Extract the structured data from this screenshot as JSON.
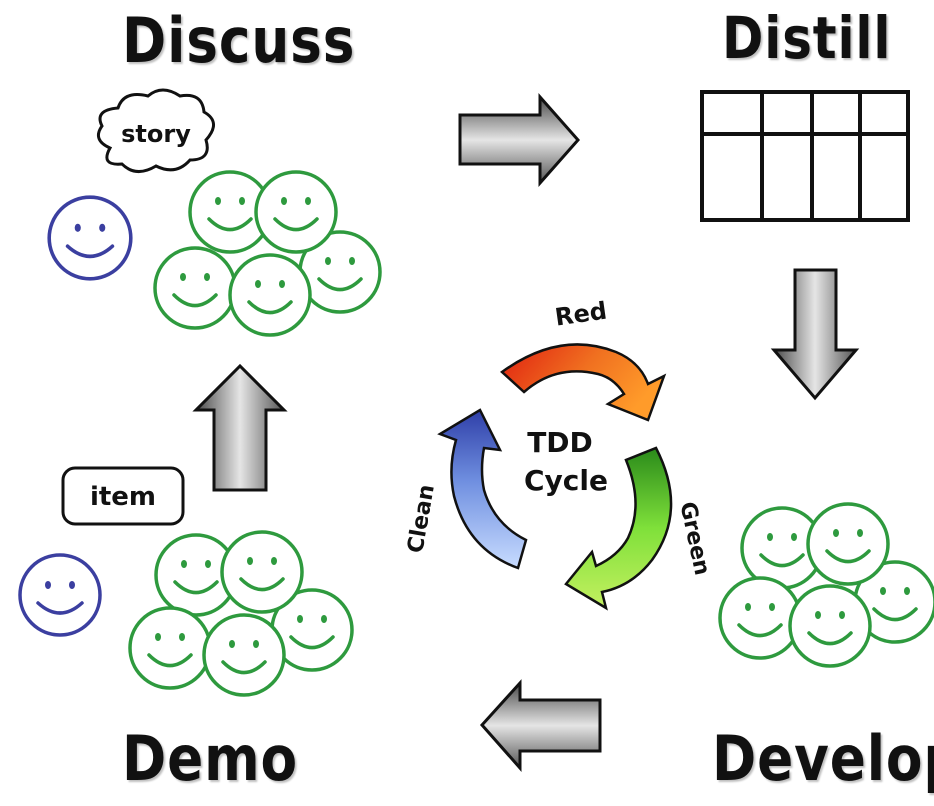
{
  "headings": {
    "discuss": "Discuss",
    "distill": "Distill",
    "demo": "Demo",
    "develop": "Develop"
  },
  "labels": {
    "story": "story",
    "item": "item"
  },
  "tdd": {
    "center_line1": "TDD",
    "center_line2": "Cycle",
    "red": "Red",
    "green": "Green",
    "clean": "Clean"
  },
  "colors": {
    "team_face": "#2e9a3e",
    "customer_face": "#3b3fa0",
    "arrow_gray": "#8a8a8a",
    "red_arrow": "#e0401a",
    "green_arrow": "#5bc52a",
    "blue_arrow": "#6f8fe0"
  }
}
